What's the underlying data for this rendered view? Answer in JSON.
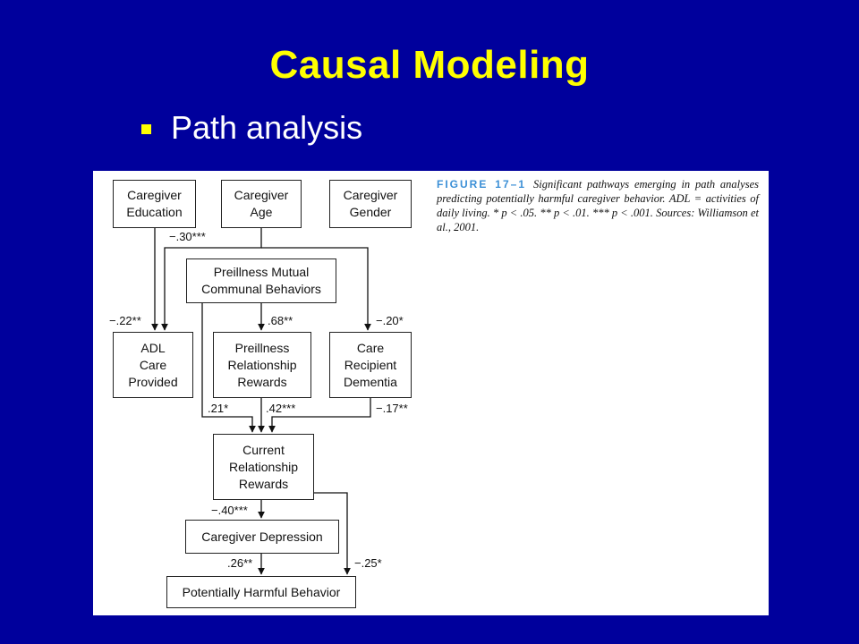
{
  "slide": {
    "title": "Causal Modeling",
    "bullet": "Path analysis"
  },
  "figure": {
    "label": "FIGURE 17–1",
    "caption": "Significant pathways emerging in path analyses predicting potentially harmful caregiver behavior. ADL = activities of daily living. * p < .05. ** p < .01. *** p < .001. Sources: Williamson et al., 2001.",
    "nodes": {
      "caregiver_education": "Caregiver\nEducation",
      "caregiver_age": "Caregiver\nAge",
      "caregiver_gender": "Caregiver\nGender",
      "preillness_mutual": "Preillness Mutual\nCommunal Behaviors",
      "adl_care": "ADL\nCare\nProvided",
      "preillness_rewards": "Preillness\nRelationship\nRewards",
      "care_recipient_dementia": "Care\nRecipient\nDementia",
      "current_rewards": "Current\nRelationship\nRewards",
      "caregiver_depression": "Caregiver Depression",
      "harmful_behavior": "Potentially Harmful Behavior"
    },
    "coefficients": {
      "age_to_adl": "−.30***",
      "edu_to_adl": "−.22**",
      "mutual_to_preillness": ".68**",
      "age_to_dementia": "−.20*",
      "mutual_to_current": ".21*",
      "preillness_to_current": ".42***",
      "dementia_to_current": "−.17**",
      "current_to_depression": "−.40***",
      "depression_to_harmful": ".26**",
      "current_to_harmful": "−.25*"
    }
  }
}
